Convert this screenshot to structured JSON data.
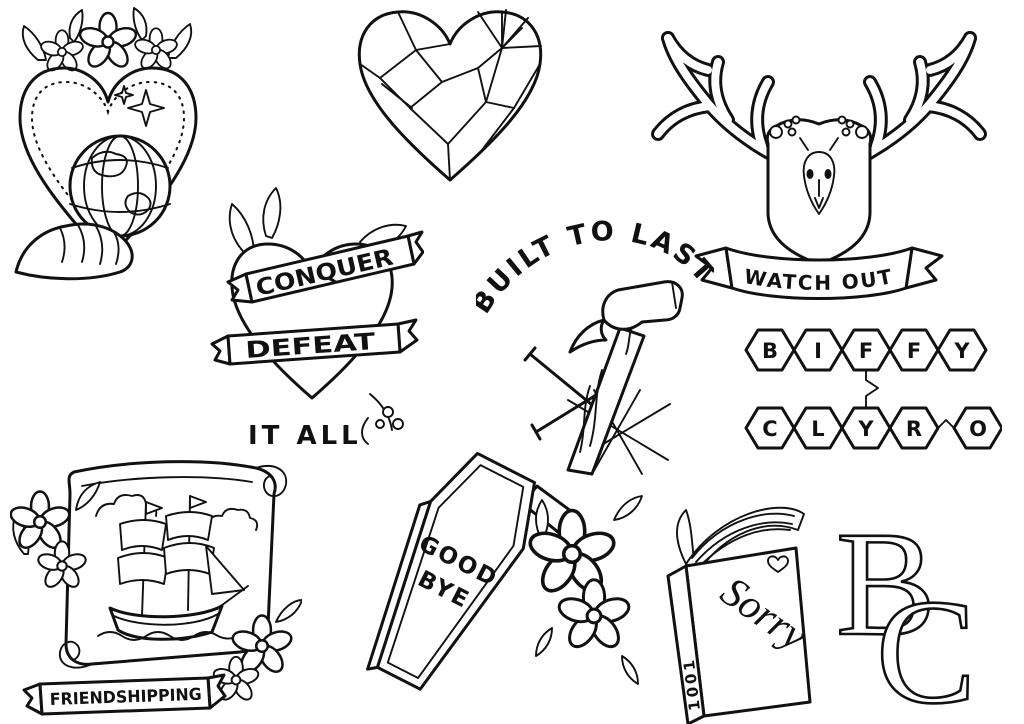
{
  "sheet": {
    "background": "#ffffff",
    "ink": "#111111",
    "motifs": [
      "sacred-heart-hands-globe",
      "crystal-heart",
      "antler-mount-watch-out",
      "conquer-defeat-heart",
      "built-to-last-hammer",
      "biffy-clyro-hexagons",
      "friendshipping-ship-scroll",
      "goodbye-coffin",
      "sorry-book",
      "bc-monogram"
    ]
  },
  "antlers": {
    "banner": "WATCH OUT"
  },
  "conquer": {
    "banner_top": "CONQUER",
    "banner_bottom": "DEFEAT",
    "caption": "IT ALL"
  },
  "hammer": {
    "arc": "BUILT TO LAST"
  },
  "biffy": {
    "row1": [
      "B",
      "I",
      "F",
      "F",
      "Y"
    ],
    "row2": [
      "C",
      "L",
      "Y",
      "R"
    ],
    "o": "O"
  },
  "ship": {
    "banner": "FRIENDSHIPPING"
  },
  "coffin": {
    "line1": "GOOD",
    "line2": "BYE"
  },
  "book": {
    "spine": "1001",
    "cover": "Sorry"
  },
  "monogram": {
    "b": "B",
    "c": "C"
  }
}
